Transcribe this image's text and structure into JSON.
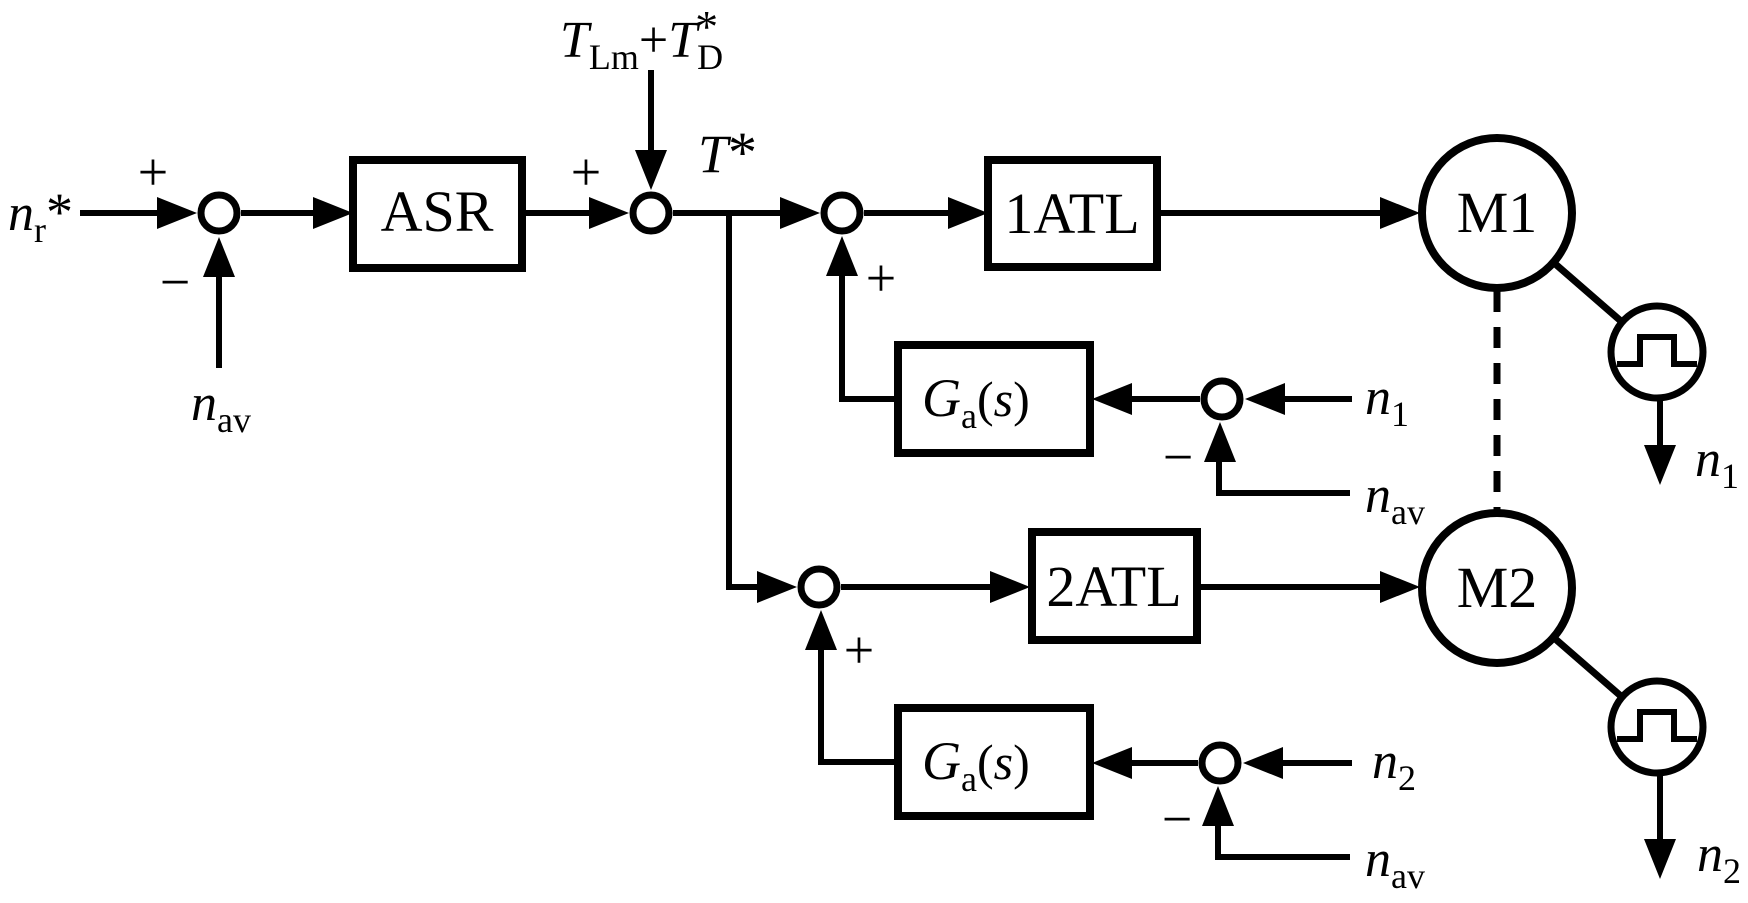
{
  "colors": {
    "ink": "#000000",
    "paper": "#ffffff"
  },
  "signs": {
    "plus": "+",
    "minus": "−"
  },
  "blocks": {
    "asr": "ASR",
    "atl1": "1ATL",
    "atl2": "2ATL",
    "ga": {
      "base": "G",
      "sub": "a",
      "open": "(",
      "arg": "s",
      "close": ")"
    }
  },
  "motors": {
    "m1": "M1",
    "m2": "M2"
  },
  "labels": {
    "speed_ref": {
      "base": "n",
      "sub": "r",
      "sup": "*"
    },
    "nav": {
      "base": "n",
      "sub": "av"
    },
    "torque_input": {
      "t1": "T",
      "t1_sub": "Lm",
      "op": "+",
      "t2": "T",
      "t2_sub": "D",
      "t2_sup": "*"
    },
    "torque_ref": {
      "base": "T",
      "sup": "*"
    },
    "n1": {
      "base": "n",
      "sub": "1"
    },
    "n2": {
      "base": "n",
      "sub": "2"
    }
  }
}
